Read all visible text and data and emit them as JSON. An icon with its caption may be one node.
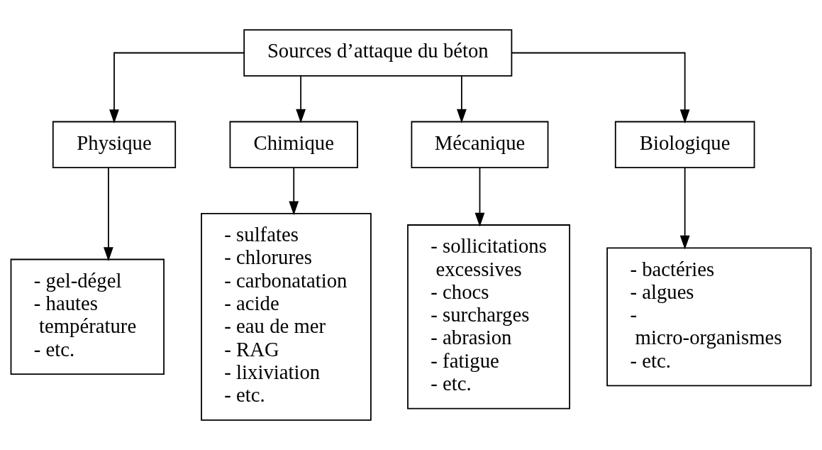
{
  "diagram": {
    "nodes": [
      {
        "text": [
          "Sources d’attaque du béton"
        ]
      },
      {
        "text": [
          "Physique"
        ]
      },
      {
        "text": [
          "Chimique"
        ]
      },
      {
        "text": [
          "Mécanique"
        ]
      },
      {
        "text": [
          "Biologique"
        ]
      },
      {
        "text": [
          "- gel-dégel",
          "- hautes température",
          "- etc."
        ]
      },
      {
        "text": [
          "- sulfates",
          "- chlorures",
          "- carbonatation",
          "- acide",
          "- eau de mer",
          "- RAG",
          "- lixiviation",
          "- etc."
        ]
      },
      {
        "text": [
          "- sollicitations excessives",
          "- chocs",
          "- surcharges",
          "- abrasion",
          "- fatigue",
          "- etc."
        ]
      },
      {
        "text": [
          "- bactéries",
          "- algues",
          "- micro-organismes",
          "- etc."
        ]
      }
    ],
    "edges": [
      {
        "from": 0,
        "to": 1,
        "arrow": "to"
      },
      {
        "from": 0,
        "to": 2,
        "arrow": "to"
      },
      {
        "from": 0,
        "to": 3,
        "arrow": "to"
      },
      {
        "from": 0,
        "to": 4,
        "arrow": "to"
      },
      {
        "from": 1,
        "to": 5,
        "arrow": "to"
      },
      {
        "from": 2,
        "to": 6,
        "arrow": "to"
      },
      {
        "from": 3,
        "to": 7,
        "arrow": "to"
      },
      {
        "from": 4,
        "to": 8,
        "arrow": "to"
      }
    ]
  }
}
